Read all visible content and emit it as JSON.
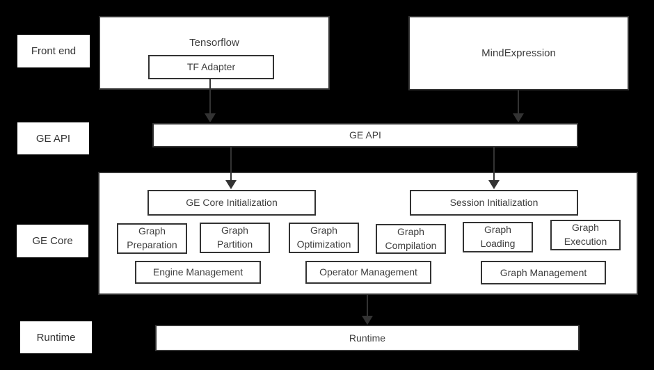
{
  "colors": {
    "background": "#000000",
    "box_fill": "#ffffff",
    "border": "#333333",
    "text": "#3d3d3d"
  },
  "side_labels": {
    "front_end": "Front end",
    "ge_api": "GE API",
    "ge_core": "GE Core",
    "runtime": "Runtime"
  },
  "front_end_row": {
    "tensorflow": "Tensorflow",
    "tf_adapter": "TF Adapter",
    "mind_expression": "MindExpression"
  },
  "ge_api_bar": {
    "label": "GE API"
  },
  "ge_core_panel": {
    "ge_core_initialization": "GE Core Initialization",
    "session_initialization": "Session Initialization",
    "modules": [
      "Graph Preparation",
      "Graph Partition",
      "Graph Optimization",
      "Graph Compilation",
      "Graph Loading",
      "Graph Execution"
    ],
    "management": [
      "Engine Management",
      "Operator Management",
      "Graph Management"
    ]
  },
  "runtime_bar": {
    "label": "Runtime"
  }
}
